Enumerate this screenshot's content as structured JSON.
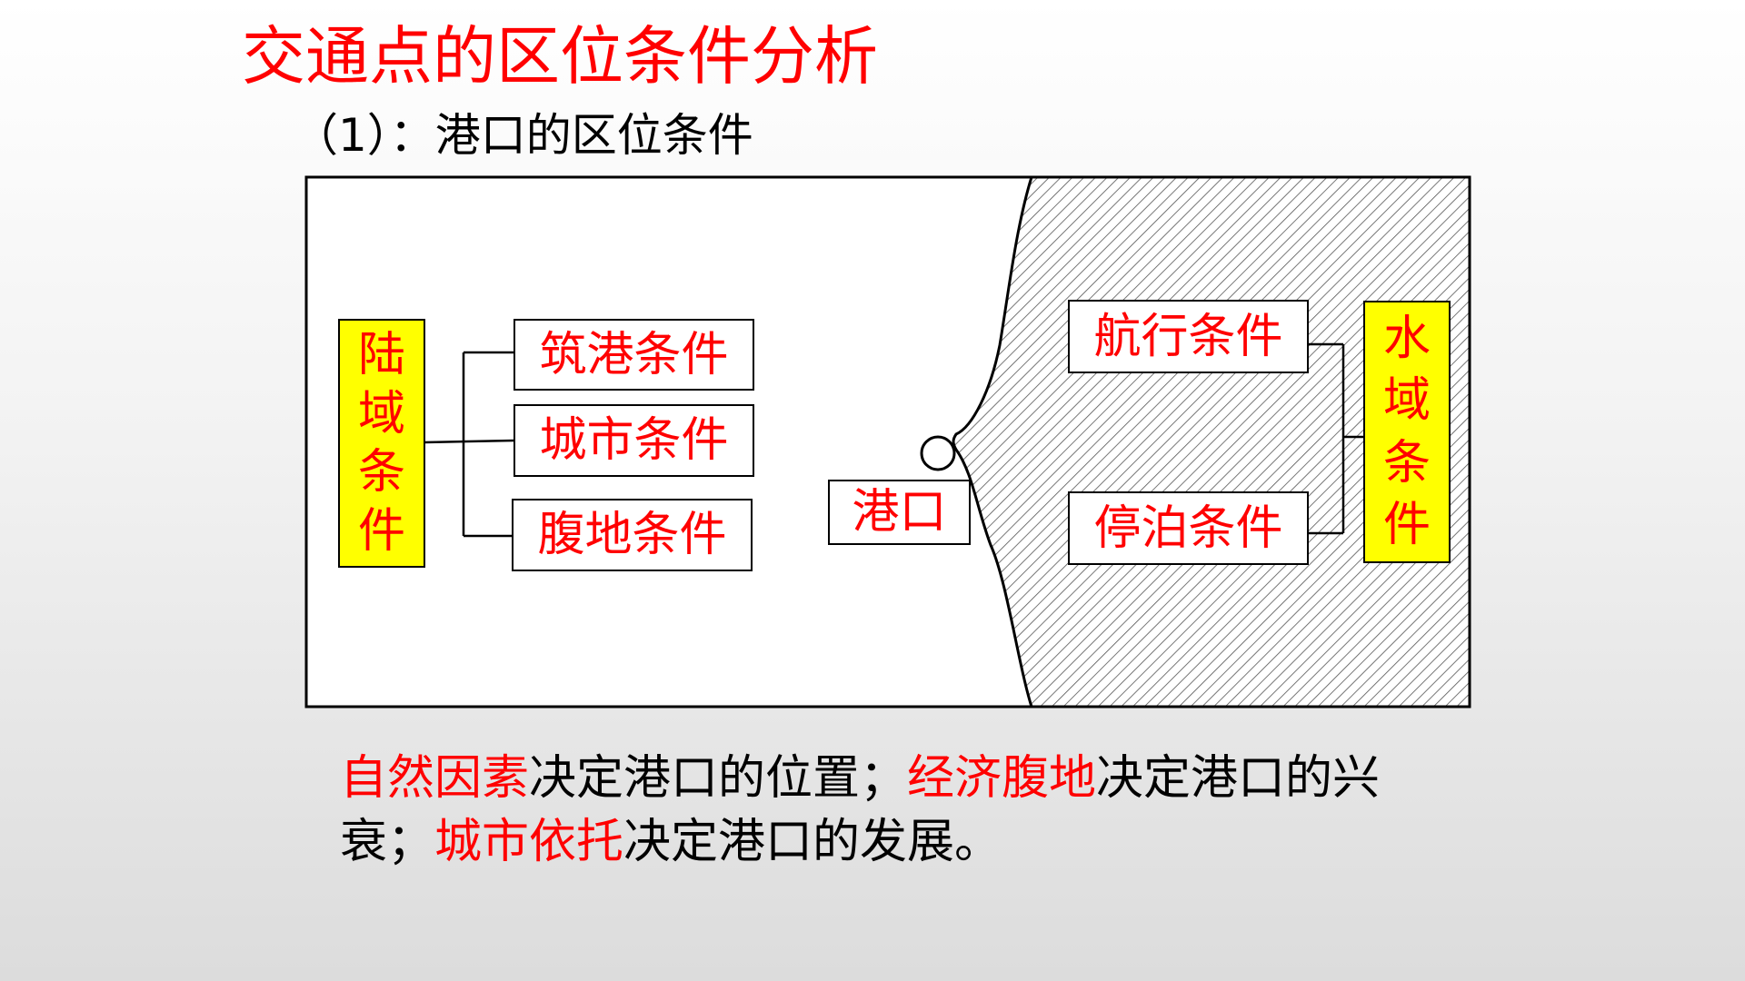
{
  "title": "交通点的区位条件分析",
  "subtitle": "（1）：港口的区位条件",
  "diagram": {
    "land": {
      "label_chars": [
        "陆",
        "域",
        "条",
        "件"
      ]
    },
    "land_items": [
      "筑港条件",
      "城市条件",
      "腹地条件"
    ],
    "port": "港口",
    "water_items": [
      "航行条件",
      "停泊条件"
    ],
    "water": {
      "label_chars": [
        "水",
        "域",
        "条",
        "件"
      ]
    }
  },
  "caption": {
    "p1": "自然因素",
    "t1": "决定港口的位置；",
    "p2": "经济腹地",
    "t2": "决定港口的兴衰；",
    "p3": "城市依托",
    "t3": "决定港口的发展。"
  },
  "colors": {
    "accent": "#ff0000",
    "highlight_box": "#ffff00",
    "water_hatch": "#666666"
  }
}
